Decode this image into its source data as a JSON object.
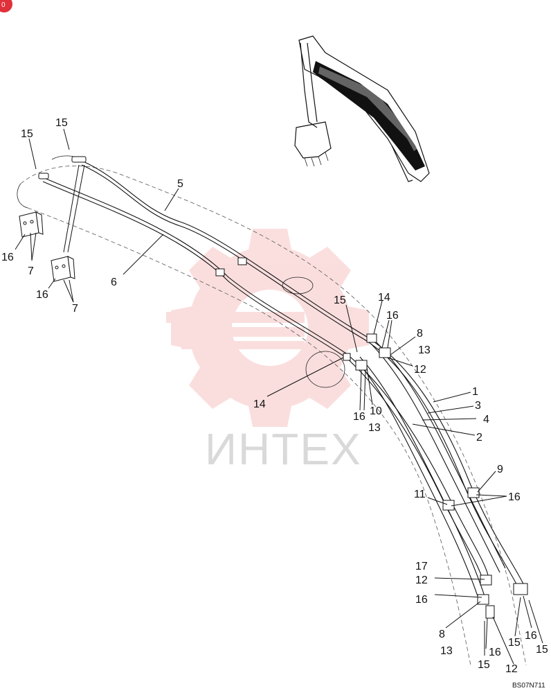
{
  "watermark": {
    "text": "ИНТЕХ",
    "color": "#f08c8c"
  },
  "corner_badge": {
    "text": "0",
    "color": "#e0303a"
  },
  "figure_code": "BS07N711",
  "callouts": [
    {
      "id": "c15a",
      "text": "15"
    },
    {
      "id": "c15b",
      "text": "15"
    },
    {
      "id": "c5",
      "text": "5"
    },
    {
      "id": "c6",
      "text": "6"
    },
    {
      "id": "c16a",
      "text": "16"
    },
    {
      "id": "c7a",
      "text": "7"
    },
    {
      "id": "c16b",
      "text": "16"
    },
    {
      "id": "c7b",
      "text": "7"
    },
    {
      "id": "c15c",
      "text": "15"
    },
    {
      "id": "c14a",
      "text": "14"
    },
    {
      "id": "c16c",
      "text": "16"
    },
    {
      "id": "c8a",
      "text": "8"
    },
    {
      "id": "c13a",
      "text": "13"
    },
    {
      "id": "c12a",
      "text": "12"
    },
    {
      "id": "c14b",
      "text": "14"
    },
    {
      "id": "c16d",
      "text": "16"
    },
    {
      "id": "c10",
      "text": "10"
    },
    {
      "id": "c13b",
      "text": "13"
    },
    {
      "id": "c1",
      "text": "1"
    },
    {
      "id": "c3",
      "text": "3"
    },
    {
      "id": "c4",
      "text": "4"
    },
    {
      "id": "c2",
      "text": "2"
    },
    {
      "id": "c9",
      "text": "9"
    },
    {
      "id": "c11",
      "text": "11"
    },
    {
      "id": "c16e",
      "text": "16"
    },
    {
      "id": "c17",
      "text": "17"
    },
    {
      "id": "c12b",
      "text": "12"
    },
    {
      "id": "c16f",
      "text": "16"
    },
    {
      "id": "c8b",
      "text": "8"
    },
    {
      "id": "c13c",
      "text": "13"
    },
    {
      "id": "c16g",
      "text": "16"
    },
    {
      "id": "c15d",
      "text": "15"
    },
    {
      "id": "c12c",
      "text": "12"
    },
    {
      "id": "c15e",
      "text": "15"
    },
    {
      "id": "c16h",
      "text": "16"
    },
    {
      "id": "c15f",
      "text": "15"
    }
  ]
}
